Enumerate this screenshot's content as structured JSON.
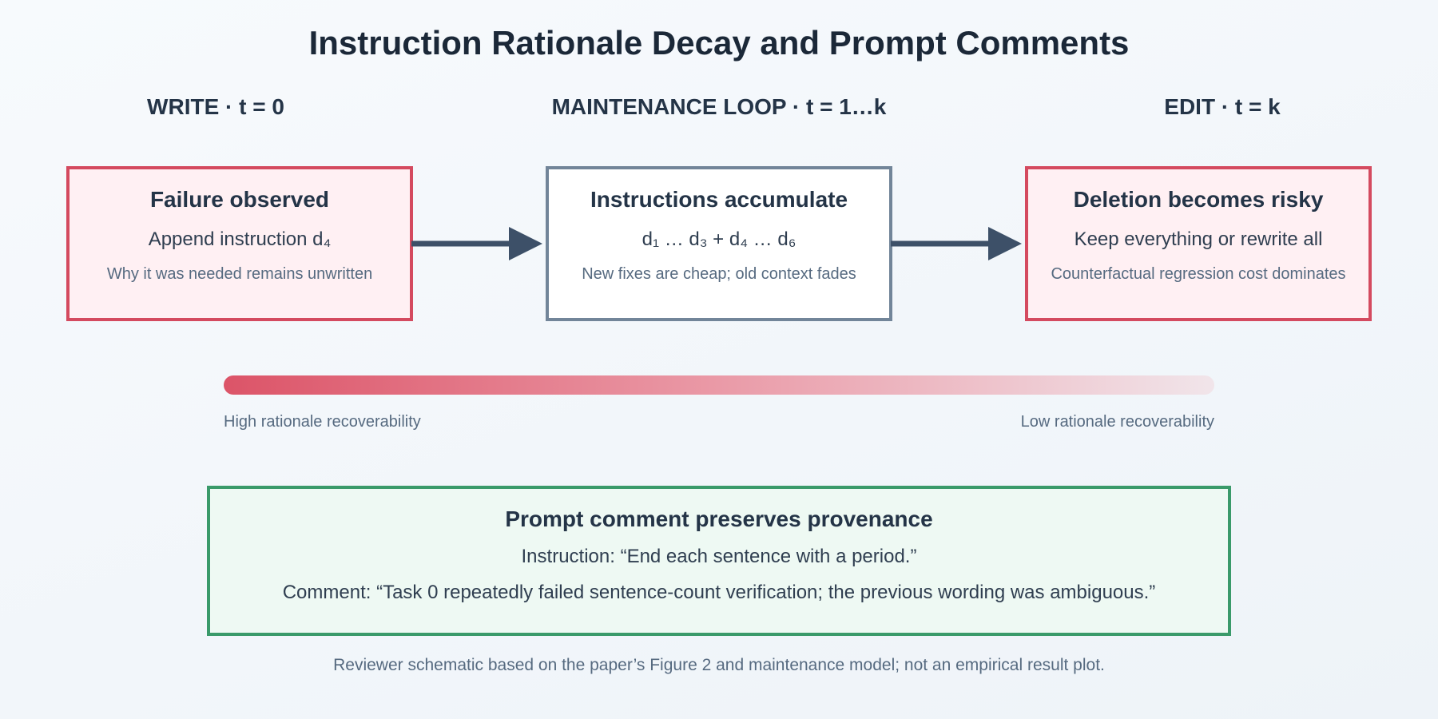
{
  "title": "Instruction Rationale Decay and Prompt Comments",
  "phases": {
    "write": "WRITE · t = 0",
    "maintenance": "MAINTENANCE LOOP · t = 1…k",
    "edit": "EDIT · t = k"
  },
  "boxes": {
    "failure": {
      "title": "Failure observed",
      "line": "Append instruction d₄",
      "note": "Why it was needed remains unwritten"
    },
    "accumulate": {
      "title": "Instructions accumulate",
      "line": "d₁ … d₃ + d₄ … d₆",
      "note": "New fixes are cheap; old context fades"
    },
    "deletion": {
      "title": "Deletion becomes risky",
      "line": "Keep everything or rewrite all",
      "note": "Counterfactual regression cost dominates"
    }
  },
  "scale": {
    "left_label": "High rationale recoverability",
    "right_label": "Low rationale recoverability"
  },
  "comment_box": {
    "title": "Prompt comment preserves provenance",
    "instruction": "Instruction: “End each sentence with a period.”",
    "comment": "Comment: “Task 0 repeatedly failed sentence-count verification; the previous wording was ambiguous.”"
  },
  "footnote": "Reviewer schematic based on the paper’s Figure 2 and maintenance model; not an empirical result plot.",
  "colors": {
    "alert_border": "#d44a5f",
    "neutral_border": "#728599",
    "success_border": "#3a9a6a",
    "arrow": "#3d5068"
  }
}
